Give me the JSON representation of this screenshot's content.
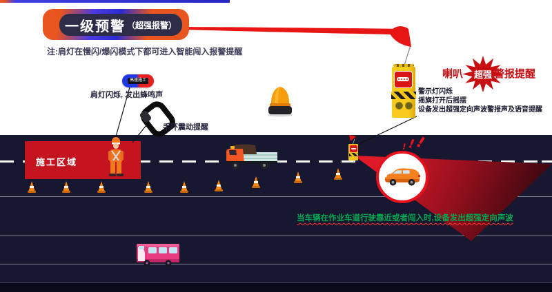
{
  "title": {
    "main": "一级预警",
    "sub": "（超强报警）"
  },
  "note": "注:肩灯在慢闪/爆闪模式下都可进入智能闯入报警提醒",
  "worker_callouts": {
    "shoulder_light_text": "高速施工",
    "shoulder_light_label": "肩灯闪烁, 发出蜂鸣声",
    "wristband_label": "手环震动提醒"
  },
  "device_callouts": {
    "horn_prefix": "喇叭",
    "horn_burst": "超强",
    "horn_suffix": "警报提醒",
    "line1": "警示灯闪烁",
    "line2": "摇旗打开后摇摆",
    "line3": "设备发出超强定向声波警报声及语音提醒"
  },
  "road": {
    "zone_label": "施工区域",
    "caption": "当车辆在作业车道行驶靠近或者闯入时,设备发出超强定向声波",
    "alert_mark": "!"
  },
  "colors": {
    "accent_red": "#c81420",
    "accent_orange": "#e8551e",
    "accent_blue": "#2b2bd0",
    "road_navy": "#17172f",
    "caption_green": "#00a651",
    "device_yellow": "#f2c018",
    "beam_red": "#d01626"
  }
}
